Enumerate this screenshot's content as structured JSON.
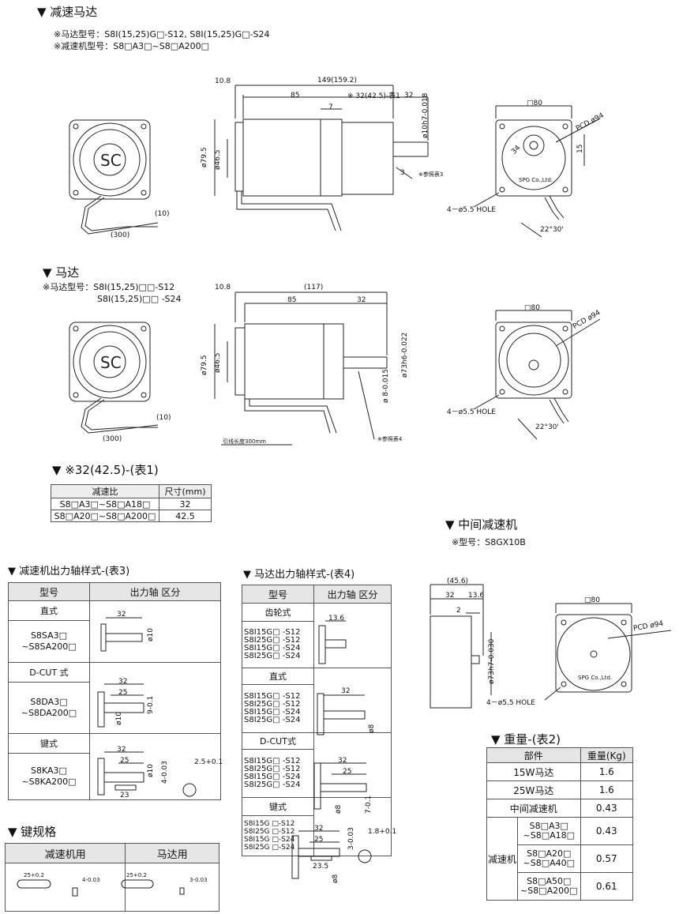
{
  "sec_reducer": {
    "title": "▼ 减速马达",
    "motor_model": "※马达型号：S8I(15,25)G□-S12, S8I(15,25)G□-S24",
    "gearhead_model": "※减速机型号：S8□A3□~S8□A200□",
    "dims": {
      "d1": "10.8",
      "d2": "149(159.2)",
      "d3": "85",
      "d4": "※ 32(42.5)-表1",
      "d5": "32",
      "d6": "7",
      "d7": "3",
      "note3": "※参照表3",
      "dia1": "ø79.5",
      "dia2": "ø46.5",
      "shaft": "ø10h7-0.018",
      "sq": "□80",
      "pcd": "PCD ø94",
      "h34": "34",
      "h15": "15",
      "hole": "4－ø5.5 HOLE",
      "ang": "22°30'",
      "lead10": "(10)",
      "lead300": "(300)",
      "brand": "SPG Co.,Ltd."
    }
  },
  "sec_motor": {
    "title": "▼ 马达",
    "model_line1": "※马达型号：S8I(15,25)□□-S12",
    "model_line2": "S8I(15,25)□□ -S24",
    "dims": {
      "d1": "10.8",
      "d2": "(117)",
      "d3": "85",
      "d5": "32",
      "dia1": "ø79.5",
      "dia2": "ø46.5",
      "shaft1": "ø 8-0.015",
      "shaft2": "ø73h6-0.022",
      "note4": "※参照表4",
      "lead_len": "引线长度300mm",
      "sq": "□80",
      "pcd": "PCD ø94",
      "hole": "4－ø5.5 HOLE",
      "ang": "22°30'",
      "lead10": "(10)",
      "lead300": "(300)"
    }
  },
  "table1": {
    "title": "▼ ※32(42.5)-(表1)",
    "headers": [
      "减速比",
      "尺寸(mm)"
    ],
    "rows": [
      [
        "S8□A3□~S8□A18□",
        "32"
      ],
      [
        "S8□A20□~S8□A200□",
        "42.5"
      ]
    ]
  },
  "sec_middle": {
    "title": "▼ 中间减速机",
    "model": "※型号：S8GX10B",
    "dims": {
      "d1": "(45.6)",
      "d2": "32",
      "d3": "13.6",
      "d4": "2",
      "shaft": "ø73h7-0.030",
      "sq": "□80",
      "pcd": "PCD ø94",
      "hole": "4－ø5.5 HOLE",
      "brand": "SPG Co.,Ltd."
    }
  },
  "table3": {
    "title": "▼ 减速机出力轴样式-(表3)",
    "headers": [
      "型号",
      "出力轴 区分"
    ],
    "groups": [
      {
        "type": "直式",
        "models": [
          "S8SA3□",
          "~S8SA200□"
        ]
      },
      {
        "type": "D-CUT 式",
        "models": [
          "S8DA3□",
          "~S8DA200□"
        ]
      },
      {
        "type": "键式",
        "models": [
          "S8KA3□",
          "~S8KA200□"
        ]
      }
    ],
    "dims": {
      "a32": "32",
      "a10": "ø10",
      "b32": "32",
      "b25": "25",
      "b10": "ø10",
      "b9": "9-0.1",
      "c32": "32",
      "c25": "25",
      "c23": "23",
      "c10": "ø10",
      "c4": "4-0.03",
      "c25k": "2.5+0.1"
    }
  },
  "table4": {
    "title": "▼ 马达出力轴样式-(表4)",
    "headers": [
      "型号",
      "出力轴 区分"
    ],
    "groups": [
      {
        "type": "齿轮式",
        "models": [
          "S8I15G□ -S12",
          "S8I25G□ -S12",
          "S8I15G□ -S24",
          "S8I25G□ -S24"
        ]
      },
      {
        "type": "直式",
        "models": [
          "S8I15G□ -S12",
          "S8I25G□ -S12",
          "S8I15G□ -S24",
          "S8I25G□ -S24"
        ]
      },
      {
        "type": "D-CUT式",
        "models": [
          "S8I15G□ -S12",
          "S8I25G□ -S12",
          "S8I15G□ -S24",
          "S8I25G□ -S24"
        ]
      },
      {
        "type": "键式",
        "models": [
          "S8I15G □-S12",
          "S8I25G □-S12",
          "S8I15G □-S24",
          "S8I25G □-S24"
        ]
      }
    ],
    "dims": {
      "g13": "13.6",
      "s32": "32",
      "s8": "ø8",
      "d32": "32",
      "d25": "25",
      "d8": "ø8",
      "d7": "7-0.1",
      "k32": "32",
      "k25": "25",
      "k235": "23.5",
      "k8": "ø8",
      "k3": "3-0.03",
      "k18": "1.8+0.1"
    }
  },
  "key_spec": {
    "title": "▼ 键规格",
    "headers": [
      "减速机用",
      "马达用"
    ],
    "dims": {
      "a25": "25+0.2",
      "a4": "4-0.03",
      "b25": "25+0.2",
      "b3": "3-0.03"
    }
  },
  "weight": {
    "title": "▼ 重量-(表2)",
    "headers": [
      "部件",
      "重量(Kg)"
    ],
    "rows": [
      {
        "part": "15W马达",
        "weight": "1.6"
      },
      {
        "part": "25W马达",
        "weight": "1.6"
      },
      {
        "part": "中间减速机",
        "weight": "0.43"
      }
    ],
    "group_label": "减速机",
    "group_rows": [
      {
        "line1": "S8□A3□",
        "line2": "~S8□A18□",
        "weight": "0.43"
      },
      {
        "line1": "S8□A20□",
        "line2": "~S8□A40□",
        "weight": "0.57"
      },
      {
        "line1": "S8□A50□",
        "line2": "~S8□A200□",
        "weight": "0.61"
      }
    ]
  }
}
